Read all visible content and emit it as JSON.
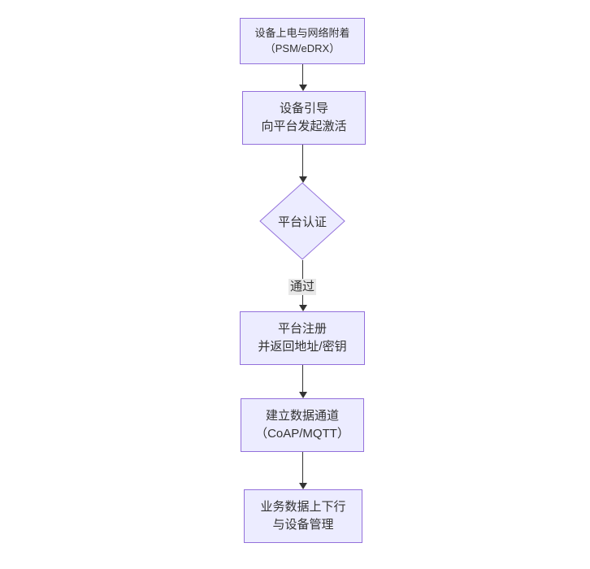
{
  "diagram": {
    "type": "flowchart",
    "direction": "top-down",
    "colors": {
      "background": "#ffffff",
      "node_fill": "#ECECFF",
      "node_border": "#9370DB",
      "text": "#333333",
      "arrow": "#333333",
      "edge_label_bg": "#e8e8e8"
    },
    "nodes": [
      {
        "id": "power-attach",
        "shape": "rect",
        "lines": [
          "设备上电与网络附着",
          "（PSM/eDRX）"
        ]
      },
      {
        "id": "bootstrap",
        "shape": "rect",
        "lines": [
          "设备引导",
          "向平台发起激活"
        ]
      },
      {
        "id": "auth",
        "shape": "diamond",
        "lines": [
          "平台认证"
        ]
      },
      {
        "id": "register",
        "shape": "rect",
        "lines": [
          "平台注册",
          "并返回地址/密钥"
        ]
      },
      {
        "id": "data-channel",
        "shape": "rect",
        "lines": [
          "建立数据通道",
          "（CoAP/MQTT）"
        ]
      },
      {
        "id": "business",
        "shape": "rect",
        "lines": [
          "业务数据上下行",
          "与设备管理"
        ]
      }
    ],
    "edges": [
      {
        "from": "power-attach",
        "to": "bootstrap",
        "label": ""
      },
      {
        "from": "bootstrap",
        "to": "auth",
        "label": ""
      },
      {
        "from": "auth",
        "to": "register",
        "label": "通过"
      },
      {
        "from": "register",
        "to": "data-channel",
        "label": ""
      },
      {
        "from": "data-channel",
        "to": "business",
        "label": ""
      }
    ]
  }
}
